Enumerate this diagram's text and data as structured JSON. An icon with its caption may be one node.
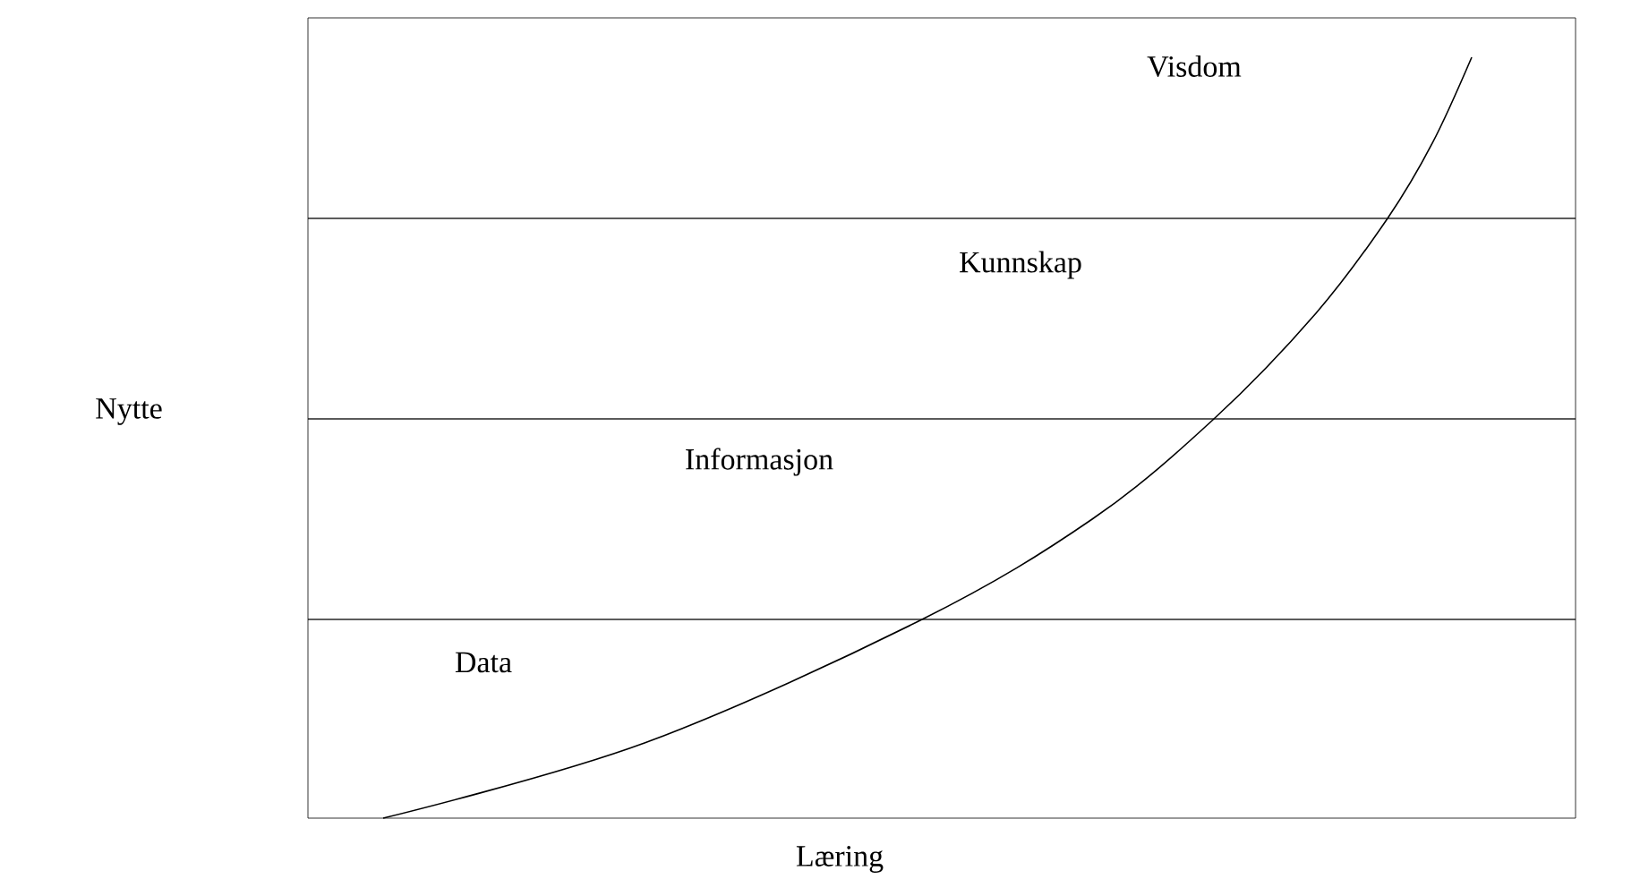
{
  "diagram": {
    "nodes": [
      {
        "text": [
          "Visdom"
        ]
      },
      {
        "text": [
          "Kunnskap"
        ]
      },
      {
        "text": [
          "Informasjon"
        ]
      },
      {
        "text": [
          "Data"
        ]
      }
    ],
    "labels": [
      "Nytte",
      "Læring"
    ]
  }
}
